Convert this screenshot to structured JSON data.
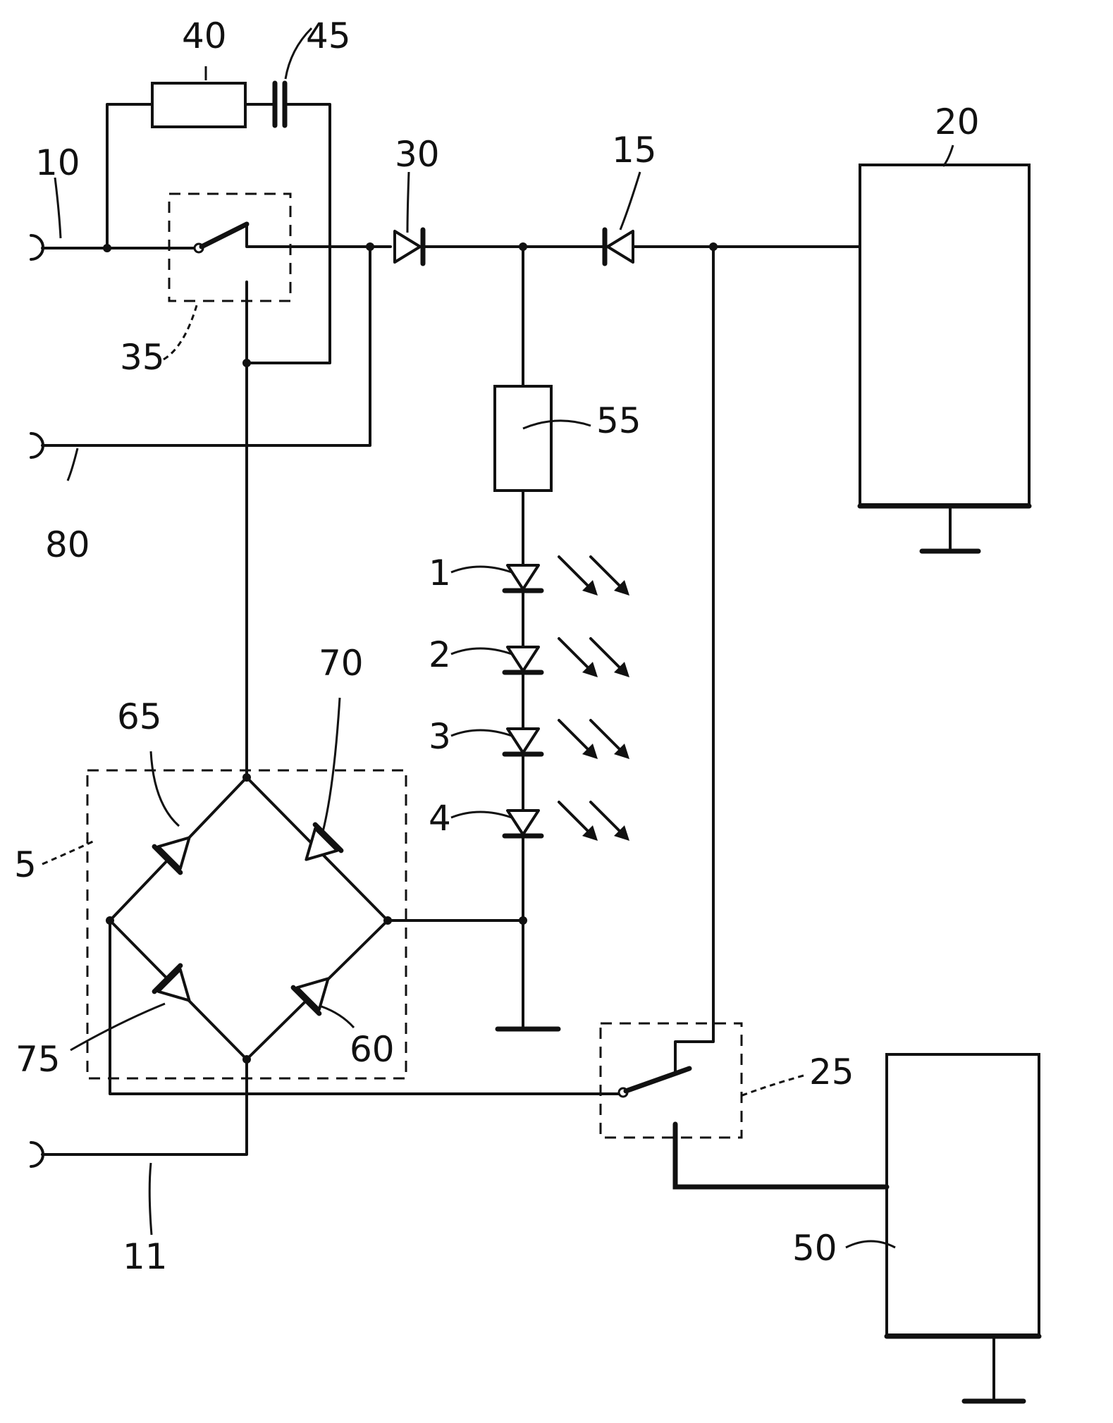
{
  "labels": {
    "terminal_10": "10",
    "terminal_80": "80",
    "terminal_11": "11",
    "resistor_40": "40",
    "capacitor_45": "45",
    "switch_35": "35",
    "diode_30": "30",
    "diode_15": "15",
    "unit_20": "20",
    "resistor_55": "55",
    "led_1": "1",
    "led_2": "2",
    "led_3": "3",
    "led_4": "4",
    "diode_70": "70",
    "diode_65": "65",
    "bridge_5": "5",
    "diode_75": "75",
    "diode_60": "60",
    "switch_25": "25",
    "unit_50": "50"
  }
}
